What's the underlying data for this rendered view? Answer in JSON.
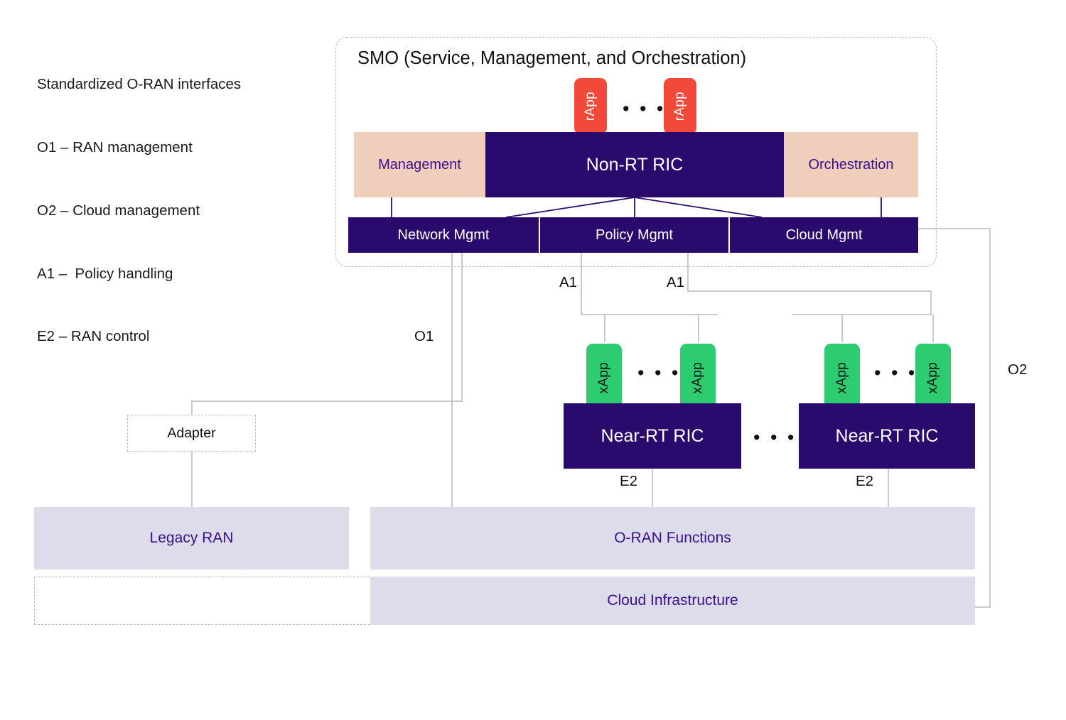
{
  "legend": {
    "title": "Standardized O-RAN interfaces",
    "lines": [
      "O1 – RAN management",
      "O2 – Cloud management",
      "A1 –  Policy handling",
      "E2 – RAN control"
    ]
  },
  "smo": {
    "title": "SMO (Service, Management, and Orchestration)",
    "rapps": [
      {
        "label": "rApp"
      },
      {
        "label": "rApp"
      }
    ],
    "rapp_ellipsis": "• • •",
    "management_label": "Management",
    "non_rt_ric_label": "Non-RT RIC",
    "orchestration_label": "Orchestration",
    "mgmt_row": [
      {
        "label": "Network Mgmt"
      },
      {
        "label": "Policy Mgmt"
      },
      {
        "label": "Cloud Mgmt"
      }
    ]
  },
  "ric_row": {
    "left": {
      "title": "Near-RT RIC",
      "xapps": [
        {
          "label": "xApp"
        },
        {
          "label": "xApp"
        }
      ],
      "xapp_ellipsis": "• • •"
    },
    "right": {
      "title": "Near-RT RIC",
      "xapps": [
        {
          "label": "xApp"
        },
        {
          "label": "xApp"
        }
      ],
      "xapp_ellipsis": "• • •"
    },
    "between_ellipsis": "• • •"
  },
  "adapter": {
    "label": "Adapter"
  },
  "layers": {
    "legacy_ran": "Legacy RAN",
    "oran_functions": "O-RAN Functions",
    "cloud_infrastructure": "Cloud Infrastructure"
  },
  "interfaces": {
    "o1": "O1",
    "o2": "O2",
    "a1_left": "A1",
    "a1_right": "A1",
    "e2_left": "E2",
    "e2_right": "E2"
  },
  "colors": {
    "deep_purple": "#2B0A6E",
    "tan": "#EFCFBC",
    "lavender": "#DCDCEA",
    "rapp_red": "#F2493A",
    "xapp_green": "#2ECC71",
    "wire_gray": "#b9bcc4",
    "text_purple": "#3A0E8C",
    "background": "#FFFFFF"
  }
}
